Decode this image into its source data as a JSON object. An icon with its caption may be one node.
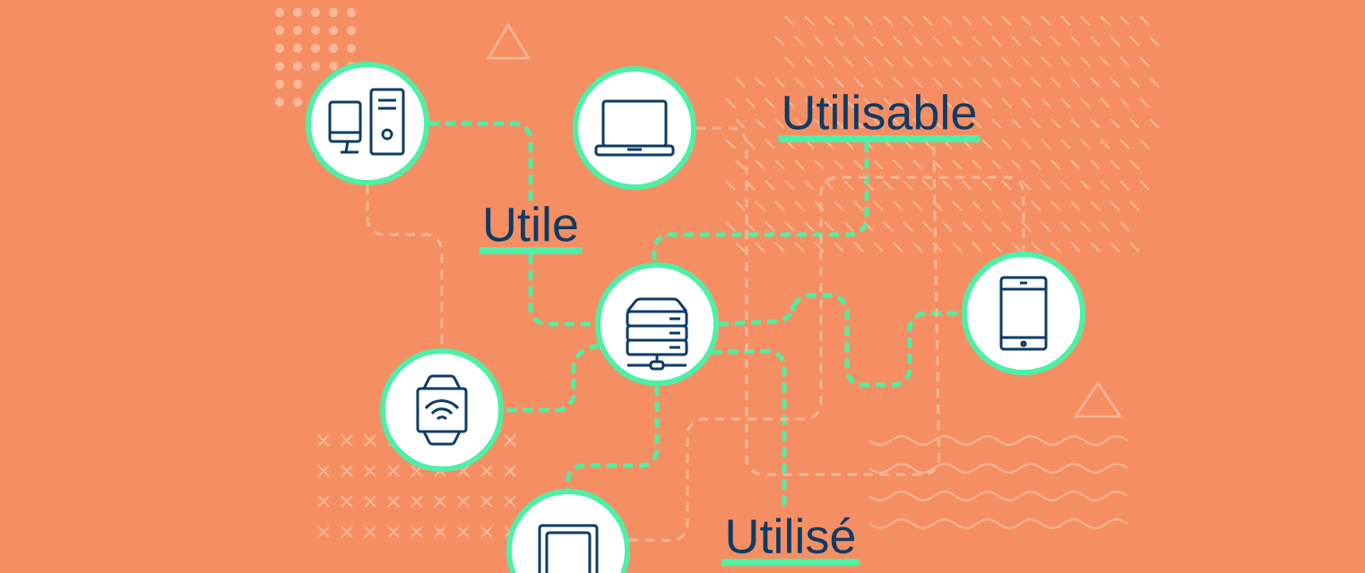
{
  "diagram": {
    "nodes": [
      {
        "text": [],
        "shape": "circle"
      },
      {
        "text": [],
        "shape": "circle"
      },
      {
        "text": [
          "Utilisable"
        ]
      },
      {
        "text": [
          "Utile"
        ]
      },
      {
        "text": [],
        "shape": "circle"
      },
      {
        "text": [],
        "shape": "circle"
      },
      {
        "text": [],
        "shape": "circle"
      },
      {
        "text": [],
        "shape": "circle"
      },
      {
        "text": [
          "Utilisé"
        ]
      }
    ],
    "edges": [
      {
        "from": 0,
        "to": 3,
        "arrow": "none"
      },
      {
        "from": 3,
        "to": 4,
        "arrow": "none"
      },
      {
        "from": 2,
        "to": 4,
        "arrow": "none"
      },
      {
        "from": 4,
        "to": 5,
        "arrow": "none"
      },
      {
        "from": 4,
        "to": 6,
        "arrow": "none"
      },
      {
        "from": 4,
        "to": 7,
        "arrow": "none"
      },
      {
        "from": 4,
        "to": 8,
        "arrow": "none"
      },
      {
        "from": 0,
        "to": 6,
        "arrow": "none",
        "color": "#f9b899"
      },
      {
        "from": 1,
        "to": 2,
        "arrow": "none",
        "color": "#f9b899"
      },
      {
        "from": 7,
        "to": 5,
        "arrow": "none",
        "color": "#f9b899"
      }
    ]
  }
}
